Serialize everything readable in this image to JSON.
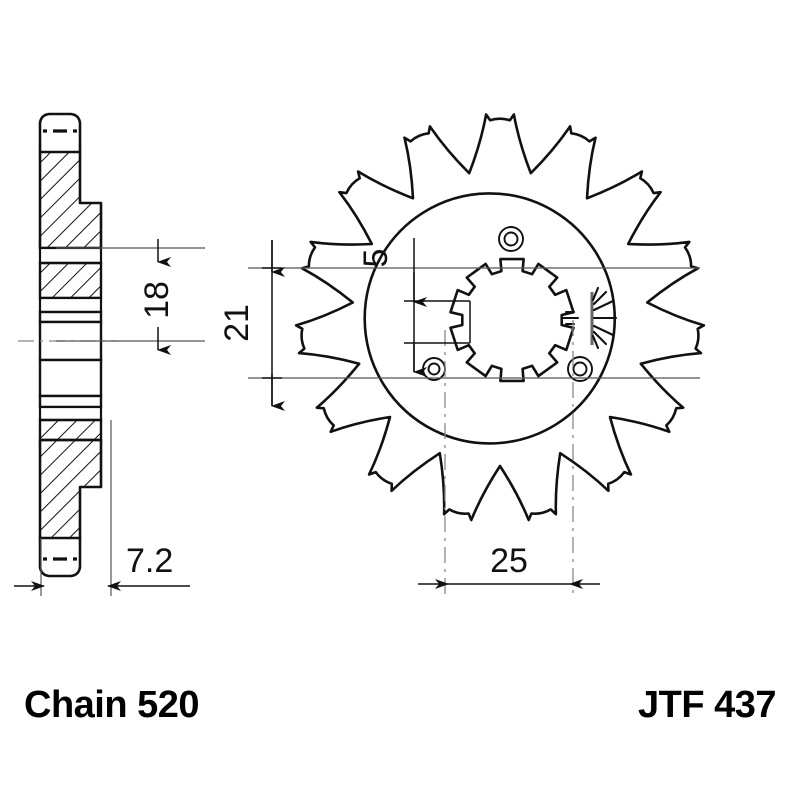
{
  "drawing": {
    "title_left": "Chain 520",
    "title_right": "JTF 437",
    "background_color": "#ffffff",
    "line_color": "#111111",
    "part_type": "motorcycle front sprocket",
    "views": {
      "left": "side cross-section view",
      "right": "front face view"
    }
  },
  "dimensions": {
    "thickness_total": "7.2",
    "hub_outer": "18",
    "bore_span": "21",
    "spline_step": "5",
    "bolt_circle": "25"
  },
  "labels": {
    "d_18": "18",
    "d_21": "21",
    "d_5": "5",
    "d_25": "25",
    "d_72": "7.2"
  },
  "geometry": {
    "tooth_count": 15,
    "bolt_hole_count": 3,
    "spline_count": 10
  },
  "icons": {
    "surface_finish": "surface-finish-burst-symbol",
    "counterbore": "counterbore-hole-icon"
  }
}
